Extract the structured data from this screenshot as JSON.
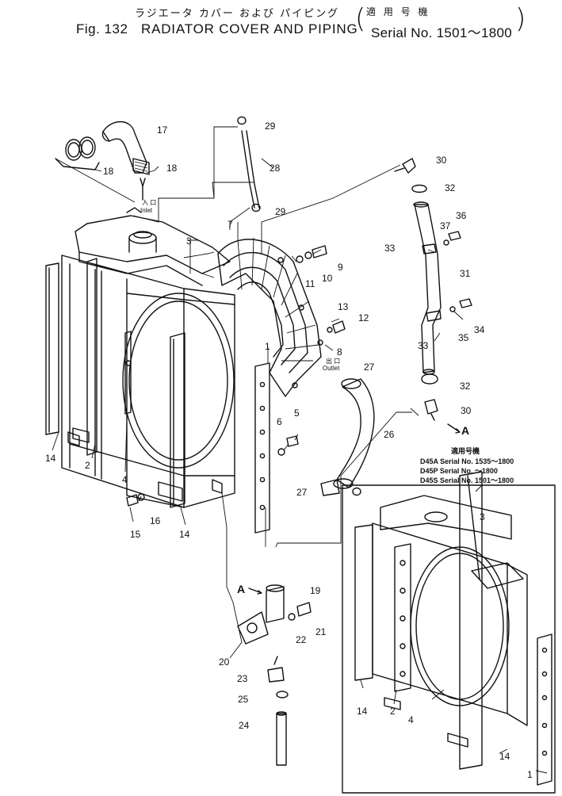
{
  "header": {
    "japanese_title": "ラジエータ カバー および パイピング",
    "applicability_jp": "適 用 号 機",
    "figure_no": "Fig. 132",
    "title": "RADIATOR COVER AND PIPING",
    "serial_range": "Serial No. 1501～1800"
  },
  "annotations": {
    "inlet_jp": "入 口",
    "inlet": "Inlet",
    "outlet_jp": "出 口",
    "outlet": "Outlet",
    "view_a_top": "A",
    "view_a_bottom": "A"
  },
  "applicability": {
    "heading": "適用号機",
    "rows": [
      "D45A  Serial No. 1535～1800",
      "D45P  Serial No.     ～1800",
      "D45S  Serial No. 1501～1800"
    ]
  },
  "callouts": [
    "1",
    "2",
    "3",
    "4",
    "5",
    "6",
    "7",
    "8",
    "9",
    "10",
    "11",
    "12",
    "13",
    "14",
    "15",
    "16",
    "17",
    "18",
    "19",
    "20",
    "21",
    "22",
    "23",
    "24",
    "25",
    "26",
    "27",
    "28",
    "29",
    "30",
    "31",
    "32",
    "33",
    "34",
    "35",
    "36",
    "37"
  ],
  "part_labels": {
    "p1": "1",
    "p1b": "1",
    "p2": "2",
    "p2b": "2",
    "p3": "3",
    "p3b": "3",
    "p4": "4",
    "p4b": "4",
    "p5": "5",
    "p6": "6",
    "p7": "7",
    "p8": "8",
    "p9": "9",
    "p10": "10",
    "p11": "11",
    "p12": "12",
    "p13": "13",
    "p14a": "14",
    "p14b": "14",
    "p14c": "14",
    "p14d": "14",
    "p15": "15",
    "p16": "16",
    "p17": "17",
    "p18a": "18",
    "p18b": "18",
    "p19": "19",
    "p20": "20",
    "p21": "21",
    "p22": "22",
    "p23": "23",
    "p24": "24",
    "p25": "25",
    "p26": "26",
    "p27a": "27",
    "p27b": "27",
    "p28": "28",
    "p29a": "29",
    "p29b": "29",
    "p30a": "30",
    "p30b": "30",
    "p31": "31",
    "p32a": "32",
    "p32b": "32",
    "p33a": "33",
    "p33b": "33",
    "p34": "34",
    "p35": "35",
    "p36": "36",
    "p37": "37"
  }
}
